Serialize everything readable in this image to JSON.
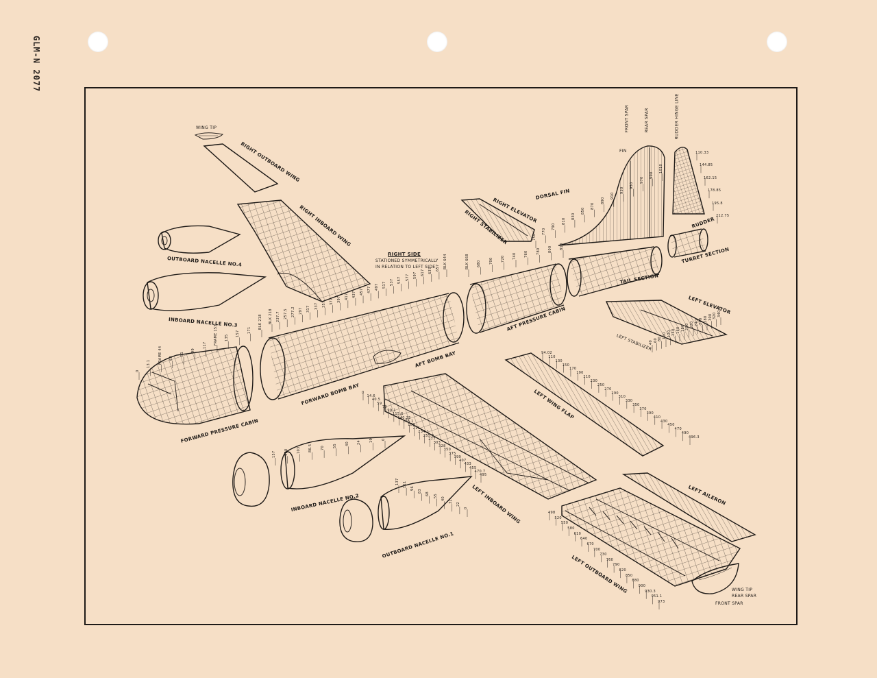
{
  "document_id": "GLM-N 2077",
  "header": {
    "title": "RIGHT SIDE",
    "note_line1": "STATIONED SYMMETRICALLY",
    "note_line2": "IN RELATION TO LEFT SIDE"
  },
  "labels": {
    "wing_tip_top": "WING TIP",
    "right_outboard_wing": "RIGHT OUTBOARD WING",
    "right_inboard_wing": "RIGHT INBOARD WING",
    "outboard_nacelle_4": "OUTBOARD NACELLE NO.4",
    "inboard_nacelle_3": "INBOARD NACELLE NO.3",
    "forward_pressure_cabin": "FORWARD PRESSURE CABIN",
    "forward_bomb_bay": "FORWARD BOMB BAY",
    "aft_bomb_bay": "AFT BOMB BAY",
    "aft_pressure_cabin": "AFT PRESSURE CABIN",
    "right_elevator": "RIGHT ELEVATOR",
    "right_stabilizer": "RIGHT STABILIZER",
    "dorsal_fin": "DORSAL FIN",
    "fin": "FIN",
    "rudder": "RUDDER",
    "turret_section": "TURRET SECTION",
    "tail_section": "TAIL SECTION",
    "left_elevator": "LEFT ELEVATOR",
    "left_stabilizer": "LEFT STABILIZER",
    "left_wing_flap": "LEFT WING FLAP",
    "left_inboard_wing": "LEFT INBOARD WING",
    "inboard_nacelle_2": "INBOARD NACELLE NO.2",
    "outboard_nacelle_1": "OUTBOARD NACELLE NO.1",
    "left_aileron": "LEFT AILERON",
    "left_outboard_wing": "LEFT OUTBOARD WING",
    "wing_tip_bottom": "WING TIP",
    "rear_spar": "REAR SPAR",
    "front_spar": "FRONT SPAR",
    "front_spar_fin": "FRONT SPAR",
    "rear_spar_fin": "REAR SPAR",
    "rudder_hinge": "RUDDER HINGE LINE"
  },
  "stations": {
    "fwd_cabin": [
      "0",
      "13.1",
      "FRAME 44",
      "63",
      "81",
      "99",
      "117",
      "FRAME 153",
      "135",
      "157",
      "171",
      "BLK 218"
    ],
    "fwd_bomb_bay": [
      "BLK 218",
      "237.7",
      "257.5",
      "277.2",
      "297",
      "317",
      "337",
      "357",
      "377",
      "397",
      "417",
      "437",
      "457",
      "477",
      "497",
      "517",
      "537",
      "557",
      "577",
      "597",
      "617",
      "637",
      "657",
      "BLK 644"
    ],
    "aft_cabin": [
      "BLK 668",
      "680",
      "700",
      "720",
      "740",
      "760",
      "780",
      "800",
      "818"
    ],
    "fin_stations": [
      "750",
      "770",
      "790",
      "810",
      "830",
      "850",
      "870",
      "890",
      "910",
      "930",
      "950",
      "970",
      "990",
      "1010"
    ],
    "rudder_stations": [
      "110.33",
      "144.85",
      "162.15",
      "178.85",
      "195.8",
      "212.75"
    ],
    "left_inboard_wing": [
      "0",
      "14.6",
      "40.5",
      "59",
      "79",
      "99.1",
      "115.6",
      "140.25",
      "176.1",
      "189",
      "211",
      "234.1",
      "255.5",
      "277",
      "303",
      "328",
      "350",
      "375",
      "399",
      "407",
      "433",
      "455",
      "470.7",
      "495"
    ],
    "left_outboard_wing": [
      "498",
      "520",
      "550",
      "580",
      "610",
      "640",
      "670",
      "700",
      "730",
      "760",
      "790",
      "820",
      "850",
      "880",
      "900",
      "930.3",
      "951.1",
      "973"
    ],
    "left_flap": [
      "94.02",
      "110",
      "130",
      "150",
      "170",
      "190",
      "210",
      "230",
      "250",
      "270",
      "290",
      "310",
      "330",
      "350",
      "370",
      "390",
      "410",
      "430",
      "450",
      "470",
      "490",
      "496.3"
    ],
    "nacelle_2": [
      "157",
      "120",
      "103",
      "86.5",
      "70",
      "55",
      "40",
      "24",
      "19",
      "0"
    ],
    "nacelle_1": [
      "137",
      "111",
      "96",
      "83",
      "68",
      "55",
      "40",
      "32",
      "22",
      "0"
    ],
    "left_stab": [
      "40",
      "60",
      "80",
      "100",
      "120",
      "140",
      "160",
      "180",
      "200",
      "220",
      "240",
      "260",
      "280",
      "300",
      "320",
      "340.5"
    ]
  }
}
